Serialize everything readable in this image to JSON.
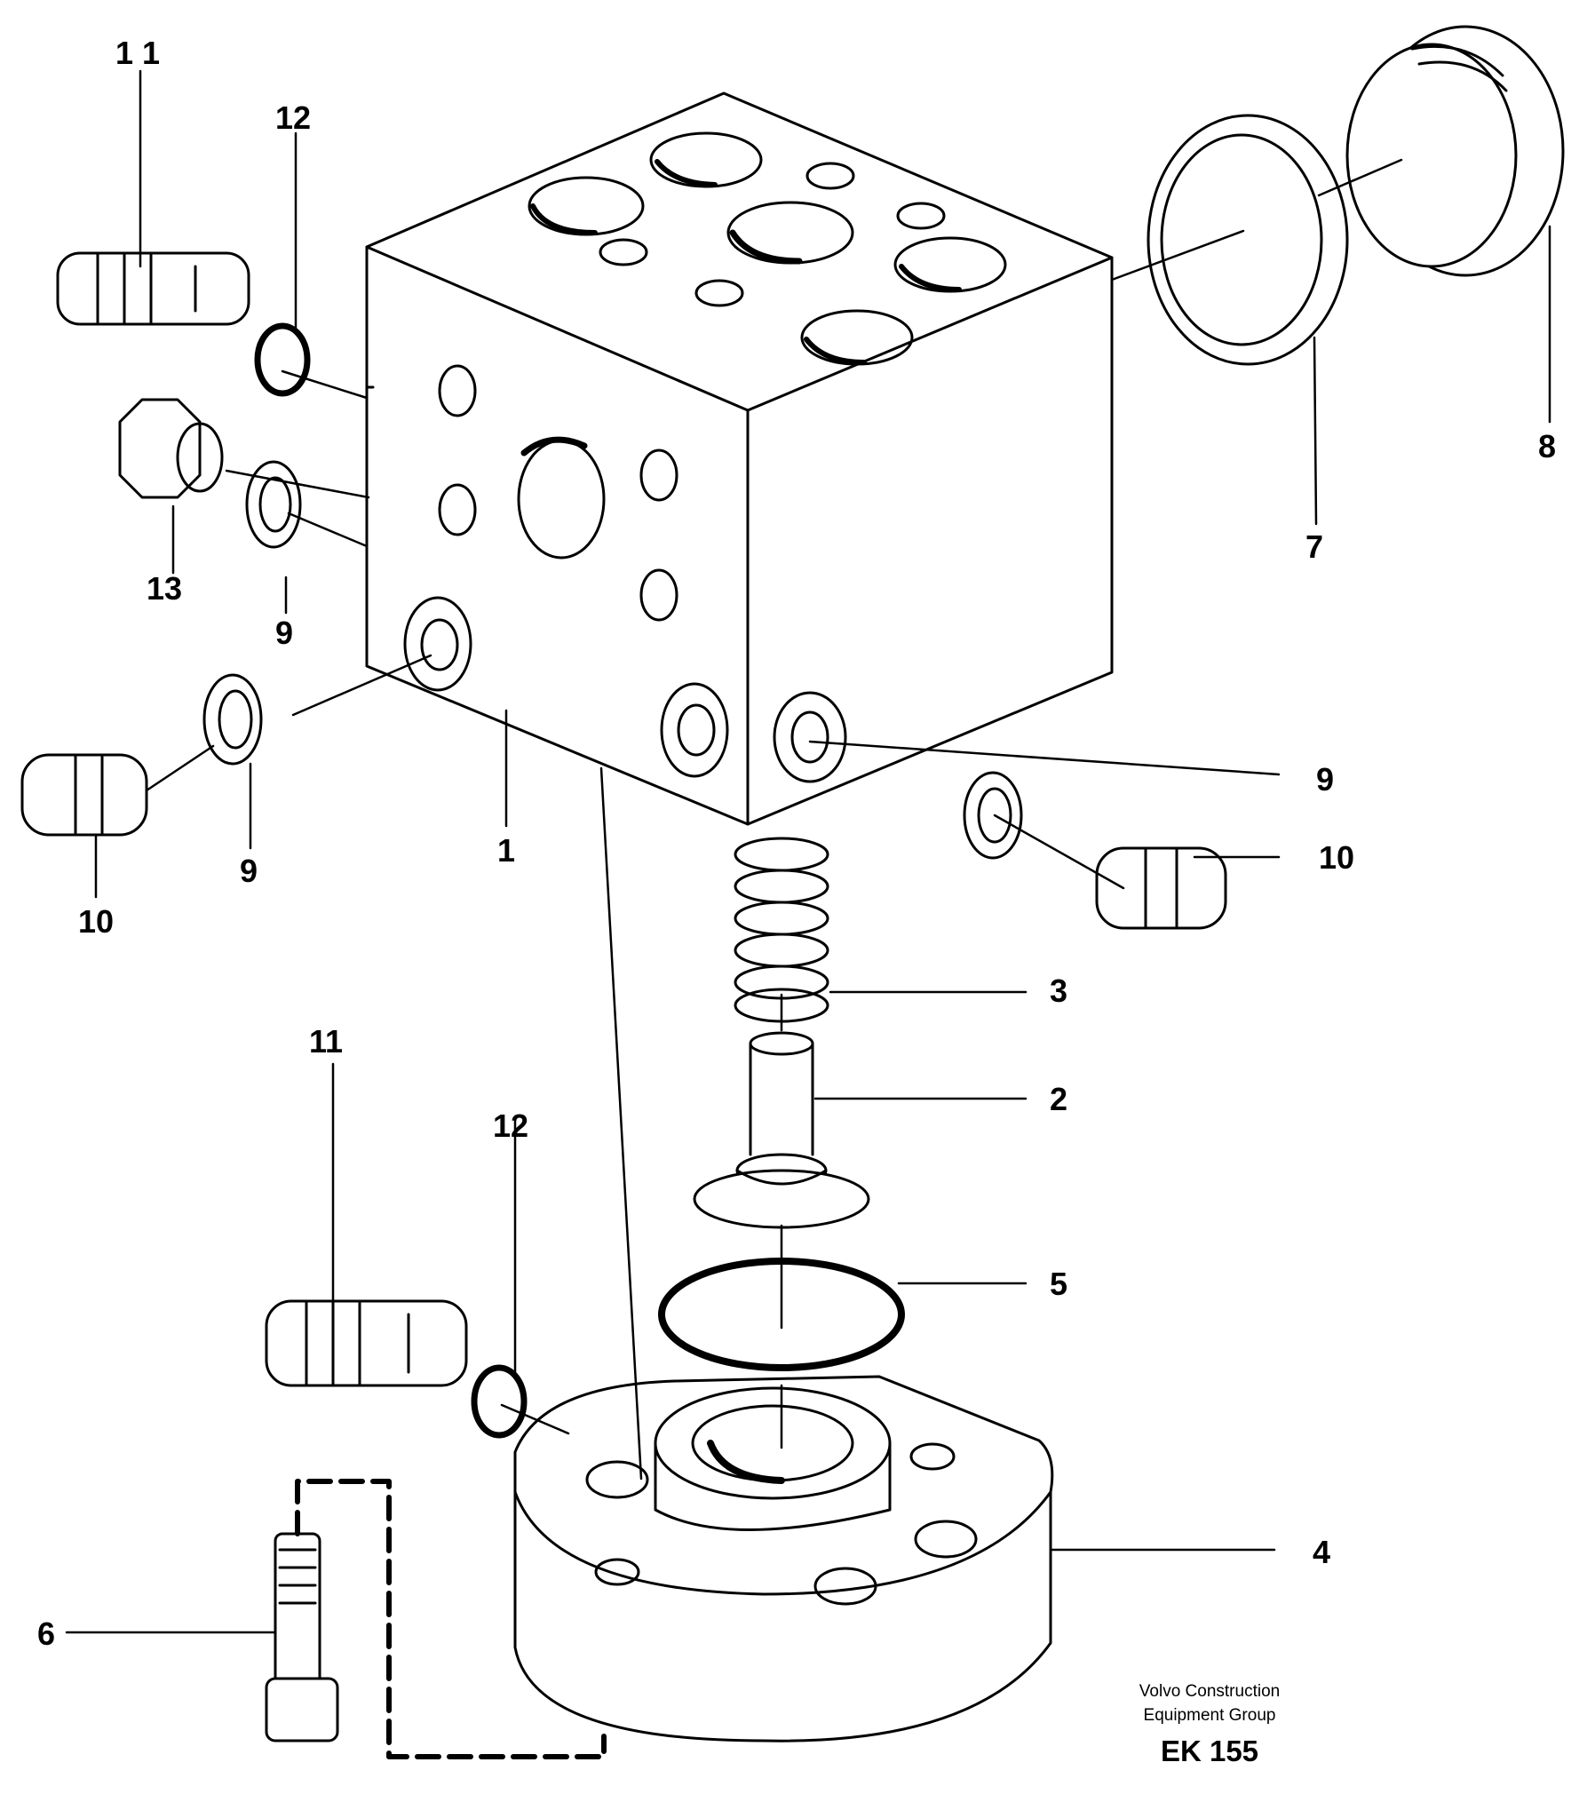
{
  "diagram": {
    "callouts": {
      "c1": "1",
      "c2": "2",
      "c3": "3",
      "c4": "4",
      "c5": "5",
      "c6": "6",
      "c7": "7",
      "c8": "8",
      "c9_upper_left": "9",
      "c9_lower_left": "9",
      "c9_right": "9",
      "c10_left": "10",
      "c10_right": "10",
      "c11_top": "1 1",
      "c11_bottom": "11",
      "c12_top": "12",
      "c12_bottom": "12",
      "c13": "13"
    },
    "credit_line1": "Volvo Construction",
    "credit_line2": "Equipment Group",
    "drawing_code": "EK 155",
    "colors": {
      "ink": "#000000",
      "paper": "#ffffff"
    }
  }
}
